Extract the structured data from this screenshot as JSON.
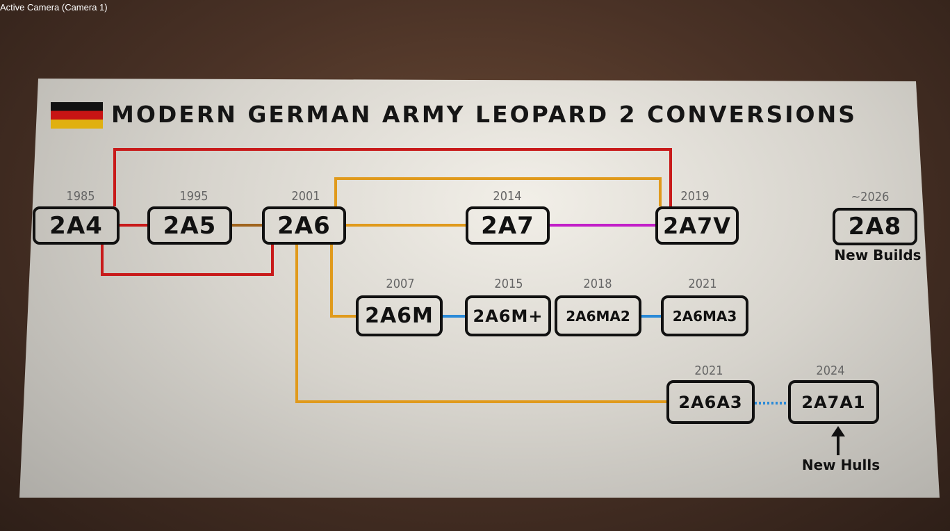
{
  "viewport": {
    "label": "Active Camera (Camera 1)"
  },
  "title": "MODERN GERMAN ARMY LEOPARD 2 CONVERSIONS",
  "colors": {
    "red": "#c81a1a",
    "brown": "#a0641e",
    "orange": "#e09a1c",
    "magenta": "#c21fc8",
    "blue": "#2a8ad8"
  },
  "nodes": [
    {
      "label": "2A4",
      "year": "1985"
    },
    {
      "label": "2A5",
      "year": "1995"
    },
    {
      "label": "2A6",
      "year": "2001"
    },
    {
      "label": "2A7",
      "year": "2014"
    },
    {
      "label": "2A7V",
      "year": "2019"
    },
    {
      "label": "2A8",
      "year": "~2026",
      "note": "New Builds"
    },
    {
      "label": "2A6M",
      "year": "2007"
    },
    {
      "label": "2A6M+",
      "year": "2015"
    },
    {
      "label": "2A6MA2",
      "year": "2018"
    },
    {
      "label": "2A6MA3",
      "year": "2021"
    },
    {
      "label": "2A6A3",
      "year": "2021"
    },
    {
      "label": "2A7A1",
      "year": "2024",
      "note": "New Hulls"
    }
  ]
}
